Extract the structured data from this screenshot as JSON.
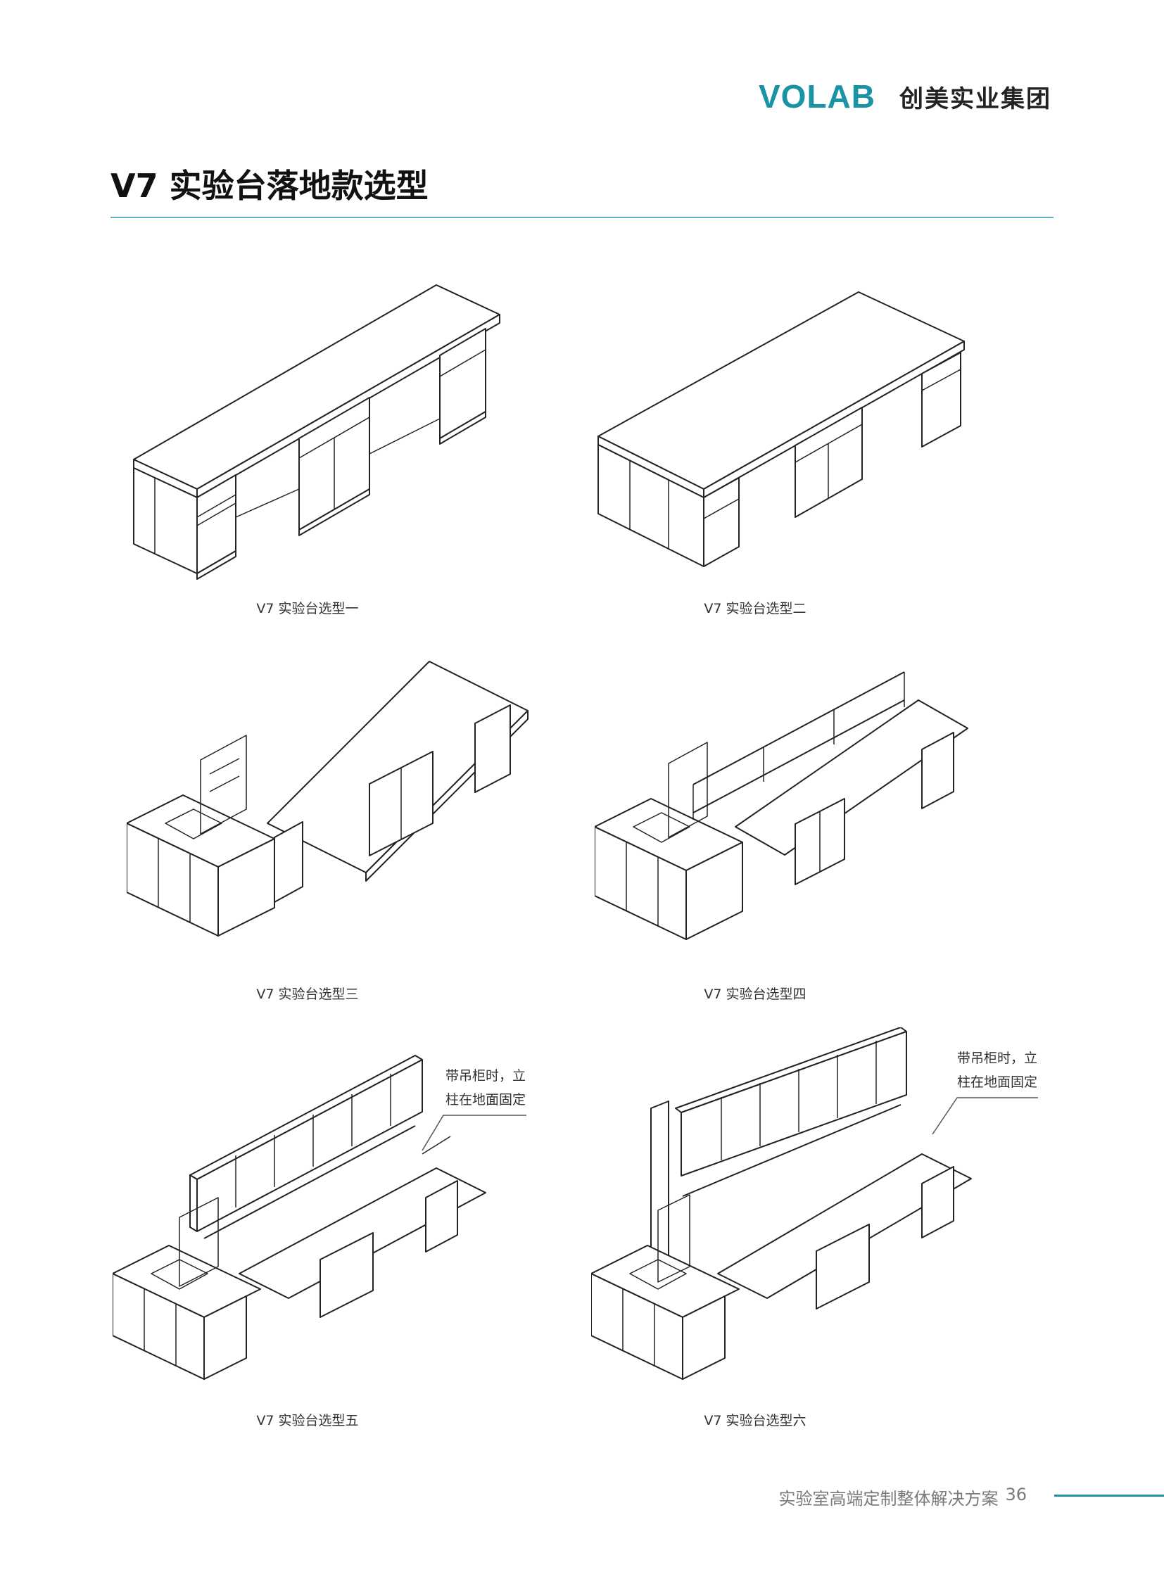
{
  "header": {
    "logo_text": "VOLAB",
    "company_name": "创美实业集团"
  },
  "page_title": "V7 实验台落地款选型",
  "models": [
    {
      "caption": "V7 实验台选型一"
    },
    {
      "caption": "V7 实验台选型二"
    },
    {
      "caption": "V7 实验台选型三"
    },
    {
      "caption": "V7 实验台选型四"
    },
    {
      "caption": "V7 实验台选型五",
      "note_line1": "带吊柜时，立",
      "note_line2": "柱在地面固定"
    },
    {
      "caption": "V7 实验台选型六",
      "note_line1": "带吊柜时，立",
      "note_line2": "柱在地面固定"
    }
  ],
  "footer": {
    "text": "实验室高端定制整体解决方案",
    "page_number": "36"
  },
  "colors": {
    "accent": "#1a93a5",
    "rule": "#5fb4c1",
    "caption": "#333333",
    "footer_text": "#7a7a7a"
  }
}
